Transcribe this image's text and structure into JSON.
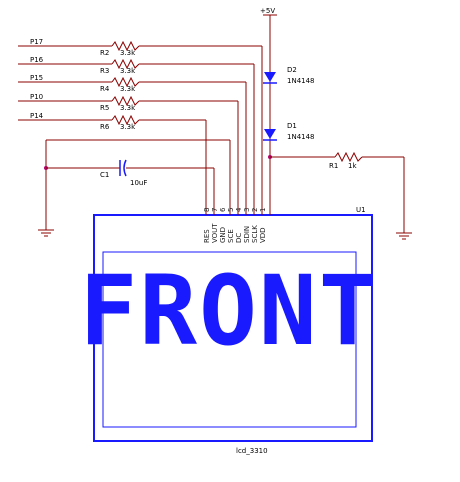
{
  "colors": {
    "wire": "#8b0000",
    "wire_blue": "#1a1aff",
    "outline": "#1a1aff",
    "diode_fill": "#1a1aff",
    "junction": "#b0006a",
    "text": "#000000"
  },
  "power": {
    "label": "+5V"
  },
  "nets": [
    {
      "label": "P17",
      "resistor": "R2",
      "value": "3.3k"
    },
    {
      "label": "P16",
      "resistor": "R3",
      "value": "3.3k"
    },
    {
      "label": "P15",
      "resistor": "R4",
      "value": "3.3k"
    },
    {
      "label": "P10",
      "resistor": "R5",
      "value": "3.3k"
    },
    {
      "label": "P14",
      "resistor": "R6",
      "value": "3.3k"
    }
  ],
  "diodes": [
    {
      "ref": "D2",
      "part": "1N4148"
    },
    {
      "ref": "D1",
      "part": "1N4148"
    }
  ],
  "r1": {
    "ref": "R1",
    "value": "1k"
  },
  "c1": {
    "ref": "C1",
    "value": "10uF"
  },
  "u1": {
    "ref": "U1",
    "part": "lcd_3310",
    "screen_text": "FRONT",
    "pins": [
      {
        "num": "8",
        "name": "RES"
      },
      {
        "num": "7",
        "name": "VOUT"
      },
      {
        "num": "6",
        "name": "GND"
      },
      {
        "num": "5",
        "name": "SCE"
      },
      {
        "num": "4",
        "name": "DC"
      },
      {
        "num": "3",
        "name": "SDIN"
      },
      {
        "num": "2",
        "name": "SCLK"
      },
      {
        "num": "1",
        "name": "VDD"
      }
    ]
  }
}
